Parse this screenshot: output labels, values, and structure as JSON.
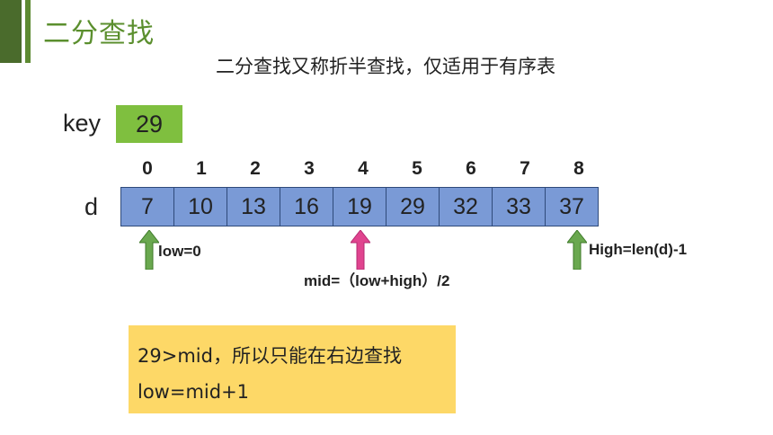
{
  "header": {
    "title": "二分查找",
    "subtitle": "二分查找又称折半查找，仅适用于有序表"
  },
  "key": {
    "label": "key",
    "value": "29"
  },
  "array": {
    "label": "d",
    "indices": [
      "0",
      "1",
      "2",
      "3",
      "4",
      "5",
      "6",
      "7",
      "8"
    ],
    "values": [
      "7",
      "10",
      "13",
      "16",
      "19",
      "29",
      "32",
      "33",
      "37"
    ]
  },
  "pointers": {
    "low": "low=0",
    "mid": "mid=（low+high）/2",
    "high": "High=len(d)-1"
  },
  "note": {
    "line1": "29>mid，所以只能在右边查找",
    "line2": "low=mid+1"
  },
  "colors": {
    "accent_green": "#5b8f2e",
    "key_box": "#7fbf3f",
    "cell_fill": "#7a9ad6",
    "low_high_arrow": "#6aa84f",
    "mid_arrow": "#e0448f",
    "note_bg": "#fdd867"
  }
}
